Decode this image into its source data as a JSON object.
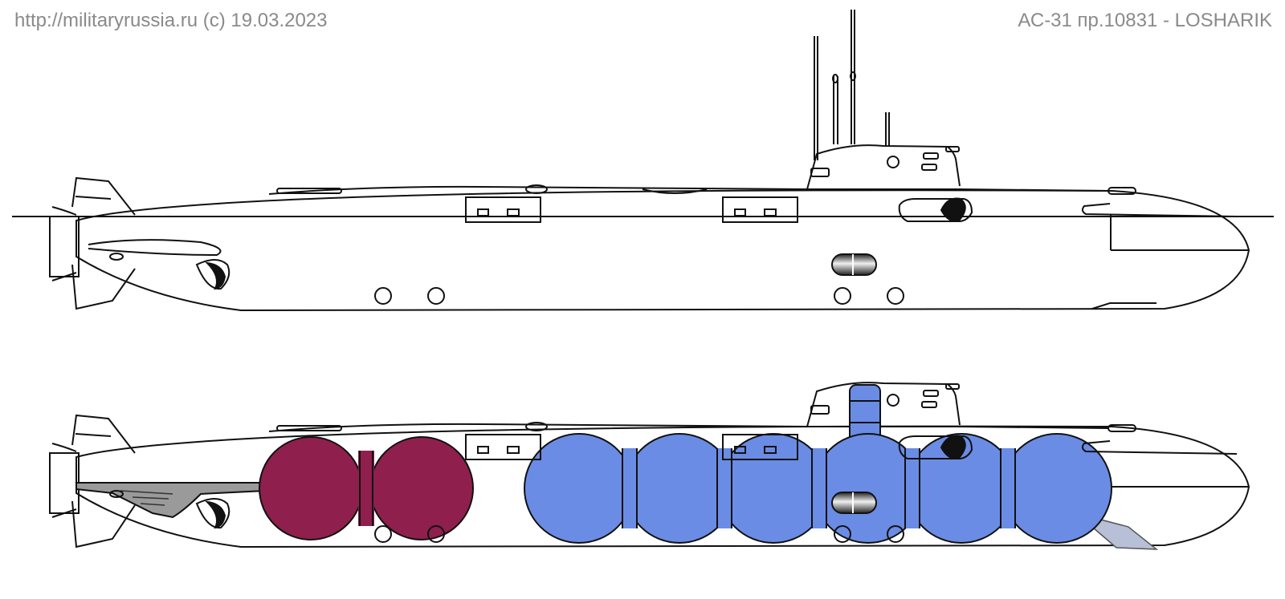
{
  "header": {
    "source": "http://militaryrussia.ru (c) 19.03.2023",
    "title": "АС-31 пр.10831 - LOSHARIK"
  },
  "colors": {
    "background": "#ffffff",
    "line": "#111111",
    "header_text": "#8a8a8a",
    "aft_sphere_fill": "#8f1f4d",
    "main_sphere_fill": "#6a8ce4",
    "keel_fill": "#b8c0d8",
    "mechanism_fill": "#9a9a9a"
  },
  "views": [
    {
      "name": "exterior-profile"
    },
    {
      "name": "internal-layout",
      "aft_spheres": 2,
      "main_spheres": 6
    }
  ]
}
